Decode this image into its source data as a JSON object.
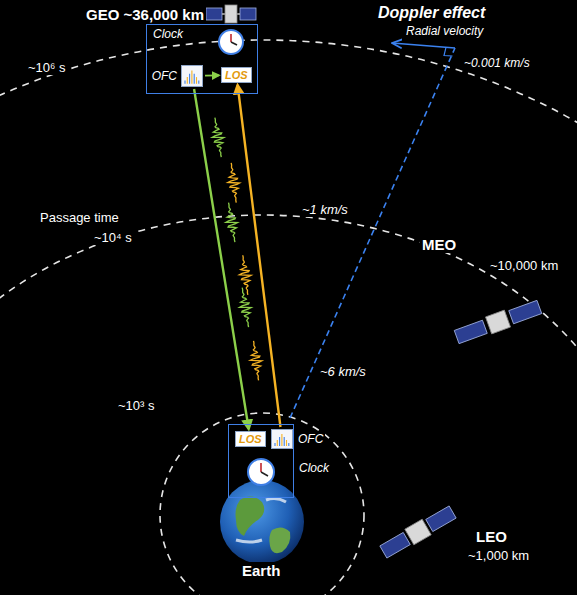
{
  "diagram": {
    "nodes": [
      {
        "text": [
          "Clock"
        ]
      },
      {
        "text": [
          "OFC"
        ],
        "in": 0
      },
      {
        "text": [
          "LOS"
        ],
        "in": 0
      },
      {
        "text": [
          "Clock"
        ]
      },
      {
        "text": [
          "LOS"
        ],
        "in": 3
      },
      {
        "text": [
          "OFC"
        ],
        "in": 3
      }
    ],
    "edges": [
      {
        "from": 1,
        "to": 2,
        "arrow": "to"
      },
      {
        "from": 1,
        "to": 4,
        "arrow": "to"
      },
      {
        "from": 5,
        "to": 2,
        "arrow": "to"
      }
    ],
    "labels": [
      "GEO ~36,000 km",
      "Doppler effect",
      "Radial velocity",
      "~0.001 km/s",
      "~10⁶ s",
      "Passage time",
      "~10⁴ s",
      "~1 km/s",
      "MEO",
      "~10,000 km",
      "~6 km/s",
      "~10³ s",
      "Earth",
      "LEO",
      "~1,000 km"
    ]
  }
}
